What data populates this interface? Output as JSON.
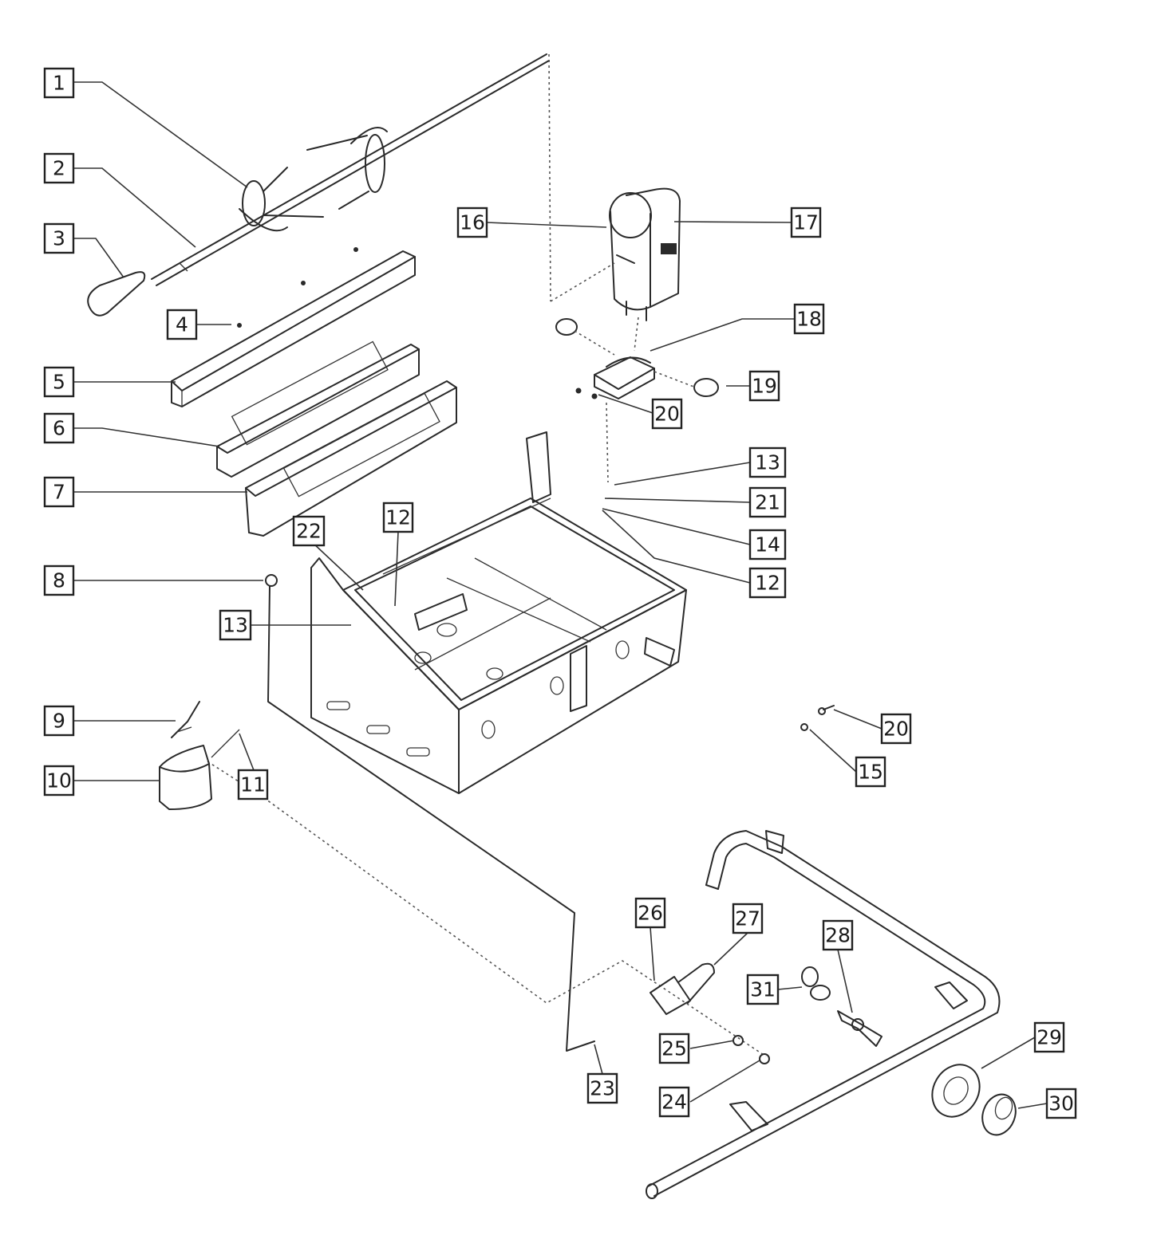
{
  "diagram": {
    "callouts": [
      {
        "id": "c1",
        "label": "1"
      },
      {
        "id": "c2",
        "label": "2"
      },
      {
        "id": "c3",
        "label": "3"
      },
      {
        "id": "c4",
        "label": "4"
      },
      {
        "id": "c5",
        "label": "5"
      },
      {
        "id": "c6",
        "label": "6"
      },
      {
        "id": "c7",
        "label": "7"
      },
      {
        "id": "c8",
        "label": "8"
      },
      {
        "id": "c9",
        "label": "9"
      },
      {
        "id": "c10",
        "label": "10"
      },
      {
        "id": "c11",
        "label": "11"
      },
      {
        "id": "c12a",
        "label": "12"
      },
      {
        "id": "c12b",
        "label": "12"
      },
      {
        "id": "c13a",
        "label": "13"
      },
      {
        "id": "c13b",
        "label": "13"
      },
      {
        "id": "c14",
        "label": "14"
      },
      {
        "id": "c15",
        "label": "15"
      },
      {
        "id": "c16",
        "label": "16"
      },
      {
        "id": "c17",
        "label": "17"
      },
      {
        "id": "c18",
        "label": "18"
      },
      {
        "id": "c19",
        "label": "19"
      },
      {
        "id": "c20a",
        "label": "20"
      },
      {
        "id": "c20b",
        "label": "20"
      },
      {
        "id": "c21",
        "label": "21"
      },
      {
        "id": "c22",
        "label": "22"
      },
      {
        "id": "c23",
        "label": "23"
      },
      {
        "id": "c24",
        "label": "24"
      },
      {
        "id": "c25",
        "label": "25"
      },
      {
        "id": "c26",
        "label": "26"
      },
      {
        "id": "c27",
        "label": "27"
      },
      {
        "id": "c28",
        "label": "28"
      },
      {
        "id": "c29",
        "label": "29"
      },
      {
        "id": "c30",
        "label": "30"
      },
      {
        "id": "c31",
        "label": "31"
      }
    ],
    "colors": {
      "line": "#2a2a2a",
      "background": "#ffffff"
    }
  }
}
